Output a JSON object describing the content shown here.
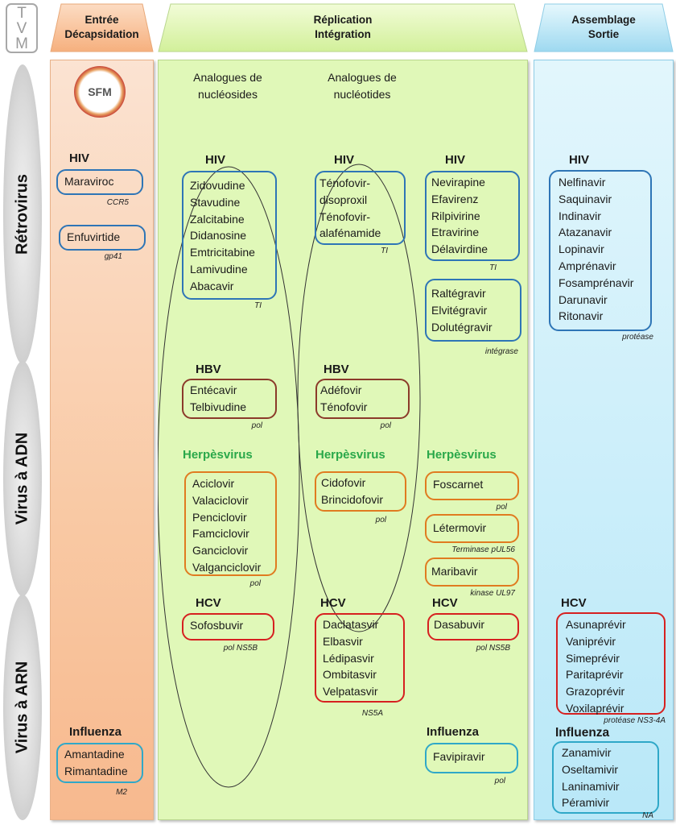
{
  "logo_tvm": [
    "T",
    "V",
    "M"
  ],
  "sfm_logo": "SFM",
  "phases": {
    "entry": "Entrée\nDécapsidation",
    "replication": "Réplication\nIntégration",
    "assembly": "Assemblage\nSortie"
  },
  "virus_families": [
    "Rétrovirus",
    "Virus à ADN",
    "Virus à ARN"
  ],
  "columns": {
    "nucleosides": "Analogues de\nnucléosides",
    "nucleotides": "Analogues de\nnucléotides"
  },
  "colors": {
    "hiv": "#2e75b6",
    "hbv": "#8b3a2a",
    "herpes": "#e07b20",
    "hcv": "#d62020",
    "influenza": "#2fa8c8",
    "herpes_label": "#2aa84a"
  },
  "entry": {
    "hiv_label": "HIV",
    "maraviroc": {
      "drugs": [
        "Maraviroc"
      ],
      "target": "CCR5"
    },
    "enfuvirtide": {
      "drugs": [
        "Enfuvirtide"
      ],
      "target": "gp41"
    },
    "influenza_label": "Influenza",
    "m2": {
      "drugs": [
        "Amantadine",
        "Rimantadine"
      ],
      "target": "M2"
    }
  },
  "replication": {
    "nucleosides": {
      "hiv_label": "HIV",
      "hiv": {
        "drugs": [
          "Zidovudine",
          "Stavudine",
          "Zalcitabine",
          "Didanosine",
          "Emtricitabine",
          "Lamivudine",
          "Abacavir"
        ],
        "target": "TI"
      },
      "hbv_label": "HBV",
      "hbv": {
        "drugs": [
          "Entécavir",
          "Telbivudine"
        ],
        "target": "pol"
      },
      "herpes_label": "Herpèsvirus",
      "herpes": {
        "drugs": [
          "Aciclovir",
          "Valaciclovir",
          "Penciclovir",
          "Famciclovir",
          "Ganciclovir",
          "Valganciclovir"
        ],
        "target": "pol"
      },
      "hcv_label": "HCV",
      "hcv": {
        "drugs": [
          "Sofosbuvir"
        ],
        "target": "pol NS5B"
      }
    },
    "nucleotides": {
      "hiv_label": "HIV",
      "hiv": {
        "drugs": [
          "Ténofovir-",
          "disoproxil",
          "Ténofovir-",
          "alafénamide"
        ],
        "target": "TI"
      },
      "hbv_label": "HBV",
      "hbv": {
        "drugs": [
          "Adéfovir",
          "Ténofovir"
        ],
        "target": "pol"
      },
      "herpes_label": "Herpèsvirus",
      "herpes": {
        "drugs": [
          "Cidofovir",
          "Brincidofovir"
        ],
        "target": "pol"
      },
      "hcv_label": "HCV",
      "hcv": {
        "drugs": [
          "Daclatasvir",
          "Elbasvir",
          "Lédipasvir",
          "Ombitasvir",
          "Velpatasvir"
        ],
        "target": "NS5A"
      }
    },
    "other": {
      "hiv_label": "HIV",
      "nnrti": {
        "drugs": [
          "Nevirapine",
          "Efavirenz",
          "Rilpivirine",
          "Etravirine",
          "Délavirdine"
        ],
        "target": "TI"
      },
      "integrase": {
        "drugs": [
          "Raltégravir",
          "Elvitégravir",
          "Dolutégravir"
        ],
        "target": "intégrase"
      },
      "herpes_label": "Herpèsvirus",
      "foscarnet": {
        "drugs": [
          "Foscarnet"
        ],
        "target": "pol"
      },
      "letermovir": {
        "drugs": [
          "Létermovir"
        ],
        "target": "Terminase pUL56"
      },
      "maribavir": {
        "drugs": [
          "Maribavir"
        ],
        "target": "kinase UL97"
      },
      "hcv_label": "HCV",
      "dasabuvir": {
        "drugs": [
          "Dasabuvir"
        ],
        "target": "pol NS5B"
      },
      "influenza_label": "Influenza",
      "favipiravir": {
        "drugs": [
          "Favipiravir"
        ],
        "target": "pol"
      }
    }
  },
  "assembly": {
    "hiv_label": "HIV",
    "protease": {
      "drugs": [
        "Nelfinavir",
        "Saquinavir",
        "Indinavir",
        "Atazanavir",
        "Lopinavir",
        "Amprénavir",
        "Fosamprénavir",
        "Darunavir",
        "Ritonavir"
      ],
      "target": "protéase"
    },
    "hcv_label": "HCV",
    "hcv": {
      "drugs": [
        "Asunaprévir",
        "Vaniprévir",
        "Simeprévir",
        "Paritaprévir",
        "Grazoprévir",
        "Voxilaprévir"
      ],
      "target": "protéase NS3-4A"
    },
    "influenza_label": "Influenza",
    "na": {
      "drugs": [
        "Zanamivir",
        "Oseltamivir",
        "Laninamivir",
        "Péramivir"
      ],
      "target": "NA"
    }
  }
}
